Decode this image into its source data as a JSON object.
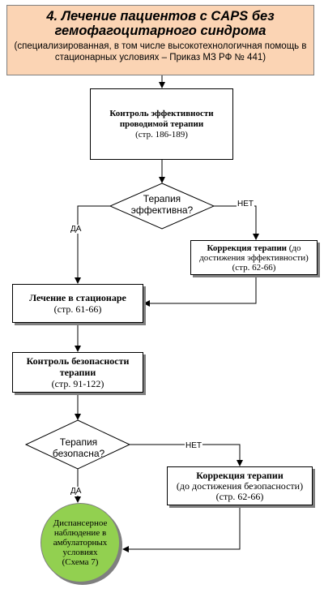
{
  "header": {
    "title": "4. Лечение пациентов с CAPS без гемофагоцитарного синдрома",
    "subtitle": "(специализированная, в том числе высокотехнологичная помощь в стационарных условиях – Приказ МЗ РФ № 441)",
    "fill_color": "#fbd4b4"
  },
  "nodes": {
    "control_eff": {
      "title": "Контроль эффективности проводимой терапии",
      "ref": "(стр. 186-189)"
    },
    "decision_eff": {
      "text": "Терапия эффективна?"
    },
    "correction_1": {
      "title": "Коррекция терапии",
      "rest": " (до достижения эффективности)",
      "ref": "(стр. 62-66)"
    },
    "hospital": {
      "title": "Лечение в стационаре",
      "ref": "(стр. 61-66)"
    },
    "safety": {
      "title": "Контроль безопасности терапии",
      "ref": "(стр. 91-122)"
    },
    "decision_safe": {
      "text": "Терапия безопасна?"
    },
    "correction_2": {
      "title": "Коррекция терапии",
      "rest": "(до достижения безопасности)",
      "ref": "(стр. 62-66)"
    },
    "followup": {
      "title": "Диспансерное наблюдение в амбулаторных условиях",
      "ref": "(Схема 7)",
      "fill_color": "#92d050"
    }
  },
  "edge_labels": {
    "yes_1": "ДА",
    "no_1": "НЕТ",
    "no_2": "НЕТ",
    "yes_2": "ДА"
  }
}
